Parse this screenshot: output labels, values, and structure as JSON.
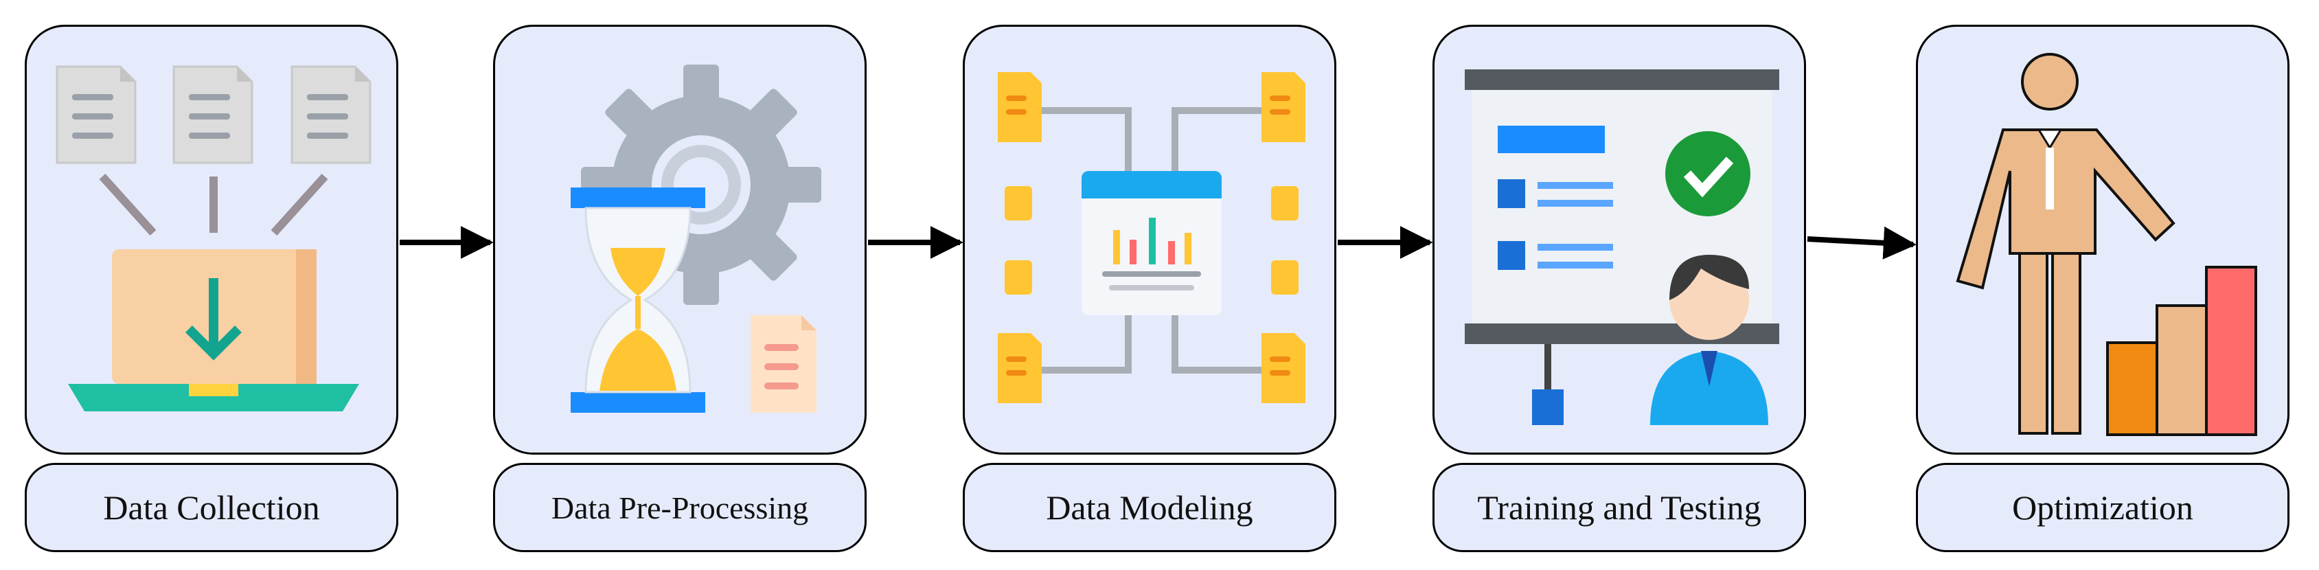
{
  "steps": [
    {
      "label": "Data Collection",
      "icon": "laptop-download-icon"
    },
    {
      "label": "Data Pre-Processing",
      "icon": "hourglass-gear-icon"
    },
    {
      "label": "Data Modeling",
      "icon": "data-network-chart-icon"
    },
    {
      "label": "Training and Testing",
      "icon": "presentation-board-icon"
    },
    {
      "label": "Optimization",
      "icon": "person-bar-chart-icon"
    }
  ],
  "colors": {
    "card_fill": "#e6ebfb",
    "border": "#000000",
    "accent_teal": "#1fbfa4",
    "accent_yellow": "#ffcc33",
    "accent_blue": "#1a8cff",
    "accent_orange": "#f08a12",
    "accent_red": "#ff6b6b",
    "skin": "#ebb98a"
  }
}
